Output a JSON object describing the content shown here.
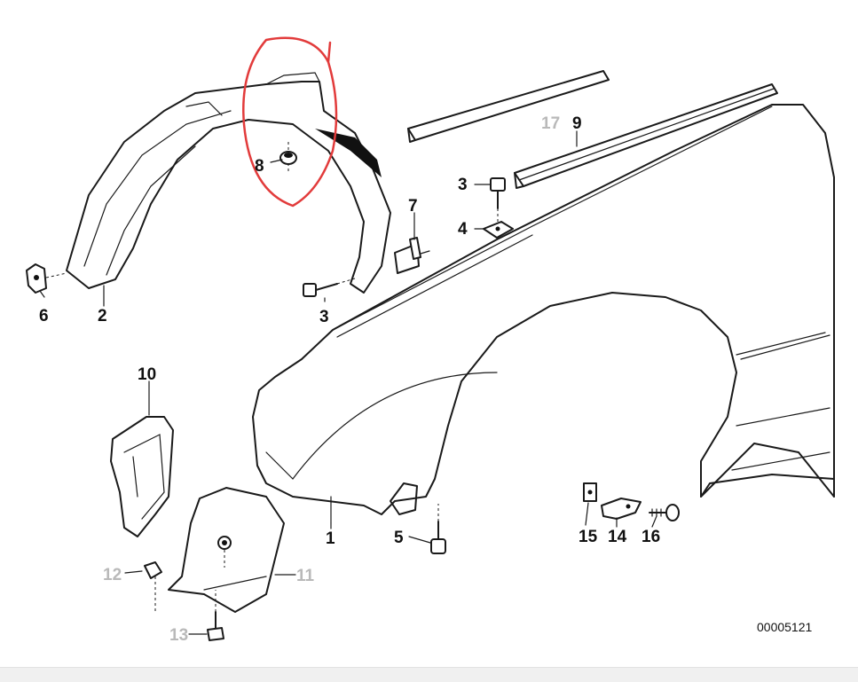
{
  "diagram": {
    "part_numbers": {
      "p1": "1",
      "p2": "2",
      "p3a": "3",
      "p3b": "3",
      "p4": "4",
      "p5": "5",
      "p6": "6",
      "p7": "7",
      "p8": "8",
      "p9": "9",
      "p10": "10",
      "p11": "11",
      "p12": "12",
      "p13": "13",
      "p14": "14",
      "p15": "15",
      "p16": "16",
      "p17": "17"
    },
    "drawing_code": "00005121",
    "highlight_color": "#e23b3b"
  }
}
